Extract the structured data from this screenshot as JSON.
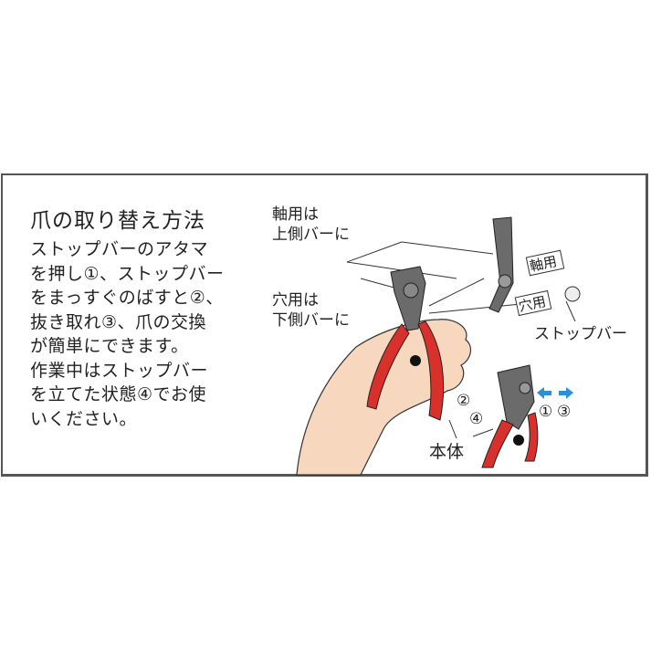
{
  "title": "爪の取り替え方法",
  "instructions": [
    "ストップバーのアタマ",
    "を押し①、ストップバー",
    "をまっすぐのばすと②、",
    "抜き取れ③、爪の交換",
    "が簡単にできます。",
    "作業中はストップバー",
    "を立てた状態④でお使",
    "いください。"
  ],
  "labels": {
    "shaft_line1": "軸用は",
    "shaft_line2": "上側バーに",
    "hole_line1": "穴用は",
    "hole_line2": "下側バーに",
    "tag_shaft": "軸用",
    "tag_hole": "穴用",
    "stop_bar": "ストップバー",
    "body": "本体",
    "num1": "①",
    "num2": "②",
    "num3": "③",
    "num4": "④"
  },
  "colors": {
    "handle_red": "#d8302a",
    "arrow_blue": "#2a90d8",
    "skin": "#f8d7bf",
    "metal": "#6b6b6b"
  }
}
